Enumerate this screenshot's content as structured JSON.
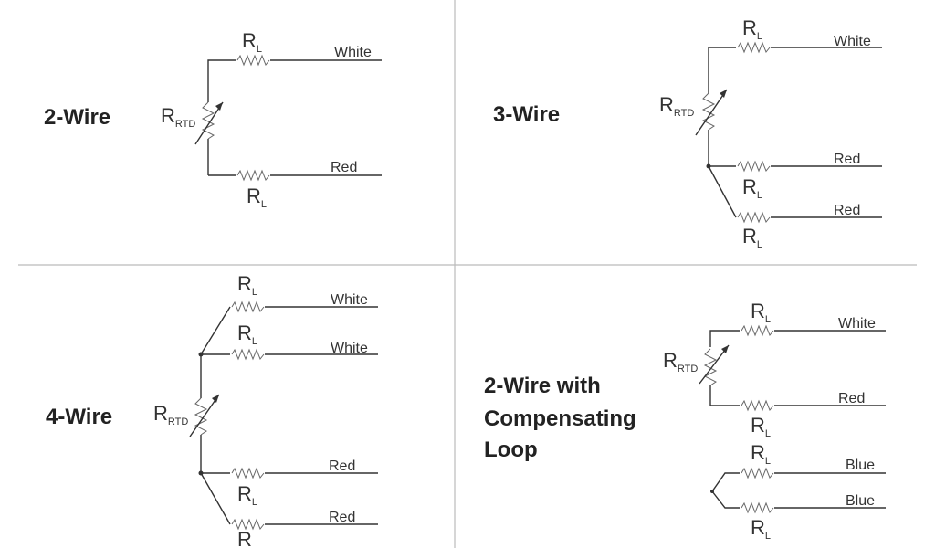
{
  "panels": {
    "two_wire": {
      "heading": "2-Wire"
    },
    "three_wire": {
      "heading": "3-Wire"
    },
    "four_wire": {
      "heading": "4-Wire"
    },
    "compensating": {
      "heading_lines": [
        "2-Wire with",
        "Compensating",
        "Loop"
      ]
    }
  },
  "symbols": {
    "r": "R",
    "l_sub": "L",
    "rtd_sub": "RTD"
  },
  "wire_colors": {
    "white": "White",
    "red": "Red",
    "blue": "Blue"
  }
}
